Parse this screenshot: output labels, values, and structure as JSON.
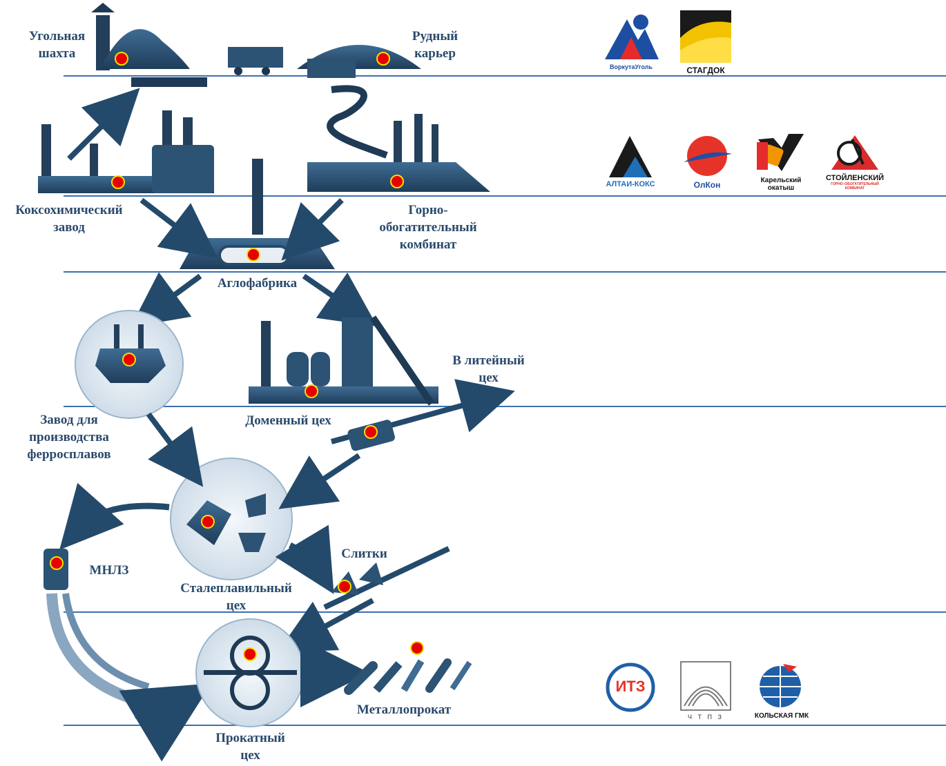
{
  "labels": {
    "coal_mine": "Угольная\nшахта",
    "ore_quarry": "Рудный\nкарьер",
    "coke_plant": "Коксохимический\nзавод",
    "mining_plant": "Горно-\nобогатительный\nкомбинат",
    "sinter_plant": "Аглофабрика",
    "foundry": "В литейный\nцех",
    "ferroalloy_plant": "Завод для\nпроизводства\nферросплавов",
    "blast_furnace": "Доменный цех",
    "mnlz": "МНЛЗ",
    "steel_shop": "Сталеплавильный\nцех",
    "ingots": "Слитки",
    "rolled_metal": "Металлопрокат",
    "rolling_shop": "Прокатный\nцех"
  },
  "logos": {
    "vorkutaugol": "ВоркутаУголь",
    "stagdok": "СТАГДОК",
    "altai_koks": "АЛТАИ-КОКС",
    "olkon": "ОлКон",
    "karelsky_okatysh": "Карельский окатыш",
    "stoilensky": "СТОЙЛЕНСКИЙ",
    "stoilensky_sub": "ГОРНО–ОБОГАТИТЕЛЬНЫЙ КОМБИНАТ",
    "itz": "ИТЗ",
    "chtpz": "Ч Т П З",
    "kolskaya_gmk": "КОЛЬСКАЯ ГМК"
  },
  "colors": {
    "diagram_blue": "#2f5a80",
    "separator": "#3d6fae",
    "marker_fill": "#e60000",
    "marker_ring": "#f2e000"
  }
}
